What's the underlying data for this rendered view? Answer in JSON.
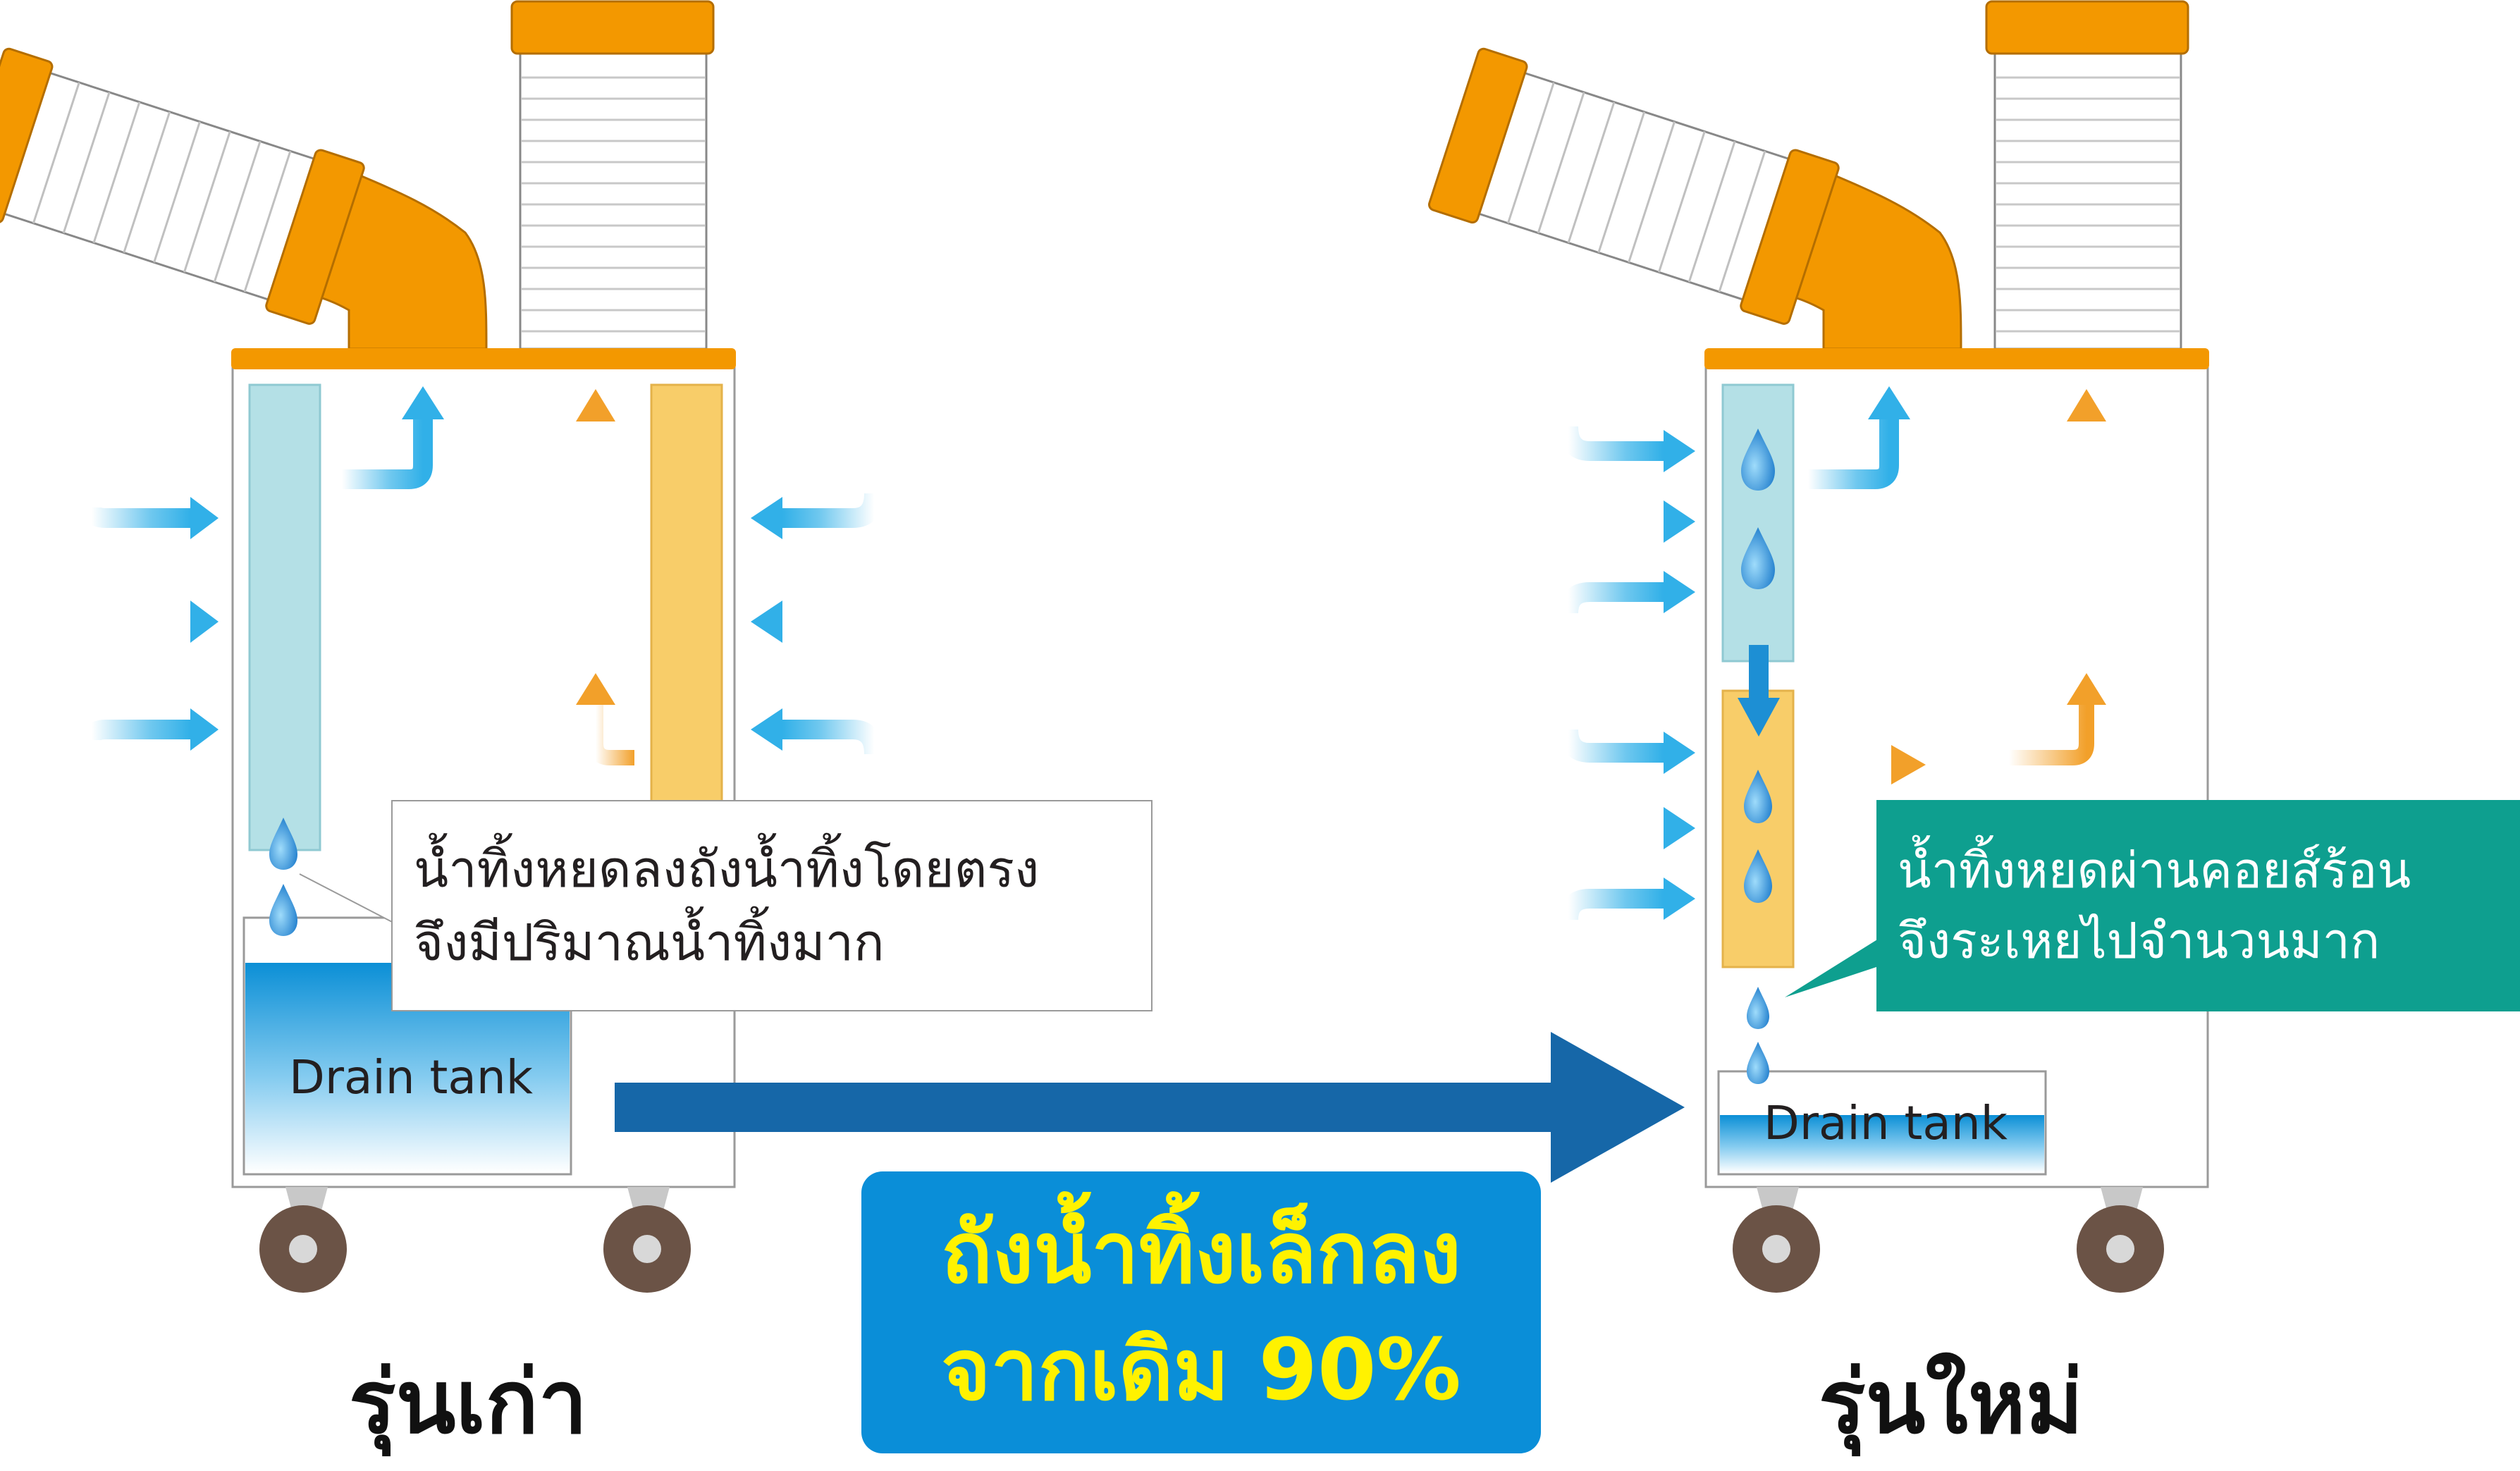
{
  "old_model": {
    "label": "รุ่นเก่า",
    "note_lines": [
      "น้ำทิ้งหยดลงถังน้ำทิ้งโดยตรง",
      "จึงมีปริมาณน้ำทิ้งมาก"
    ],
    "tank_label": "Drain tank"
  },
  "new_model": {
    "label": "รุ่นใหม่",
    "note_lines": [
      "น้ำทิ้งหยดผ่านคอยส์ร้อน",
      "จึงระเหยไปจำนวนมาก"
    ],
    "tank_label": "Drain tank"
  },
  "result": {
    "lines": [
      "ถังน้ำทิ้งเล็กลง",
      "จากเดิม 90%"
    ]
  },
  "colors": {
    "duct_orange": "#f39800",
    "cold_coil": "#b4e0e6",
    "hot_coil": "#f8cd69",
    "air_blue": "#31b0e8",
    "warm_air": "#f2a02a",
    "droplet": "#1d8fd4",
    "main_arrow": "#1667a8",
    "result_box": "#0a8ed8",
    "result_text": "#fff200",
    "new_note_bg": "#0e9f8f",
    "wheel": "#6b5346"
  }
}
